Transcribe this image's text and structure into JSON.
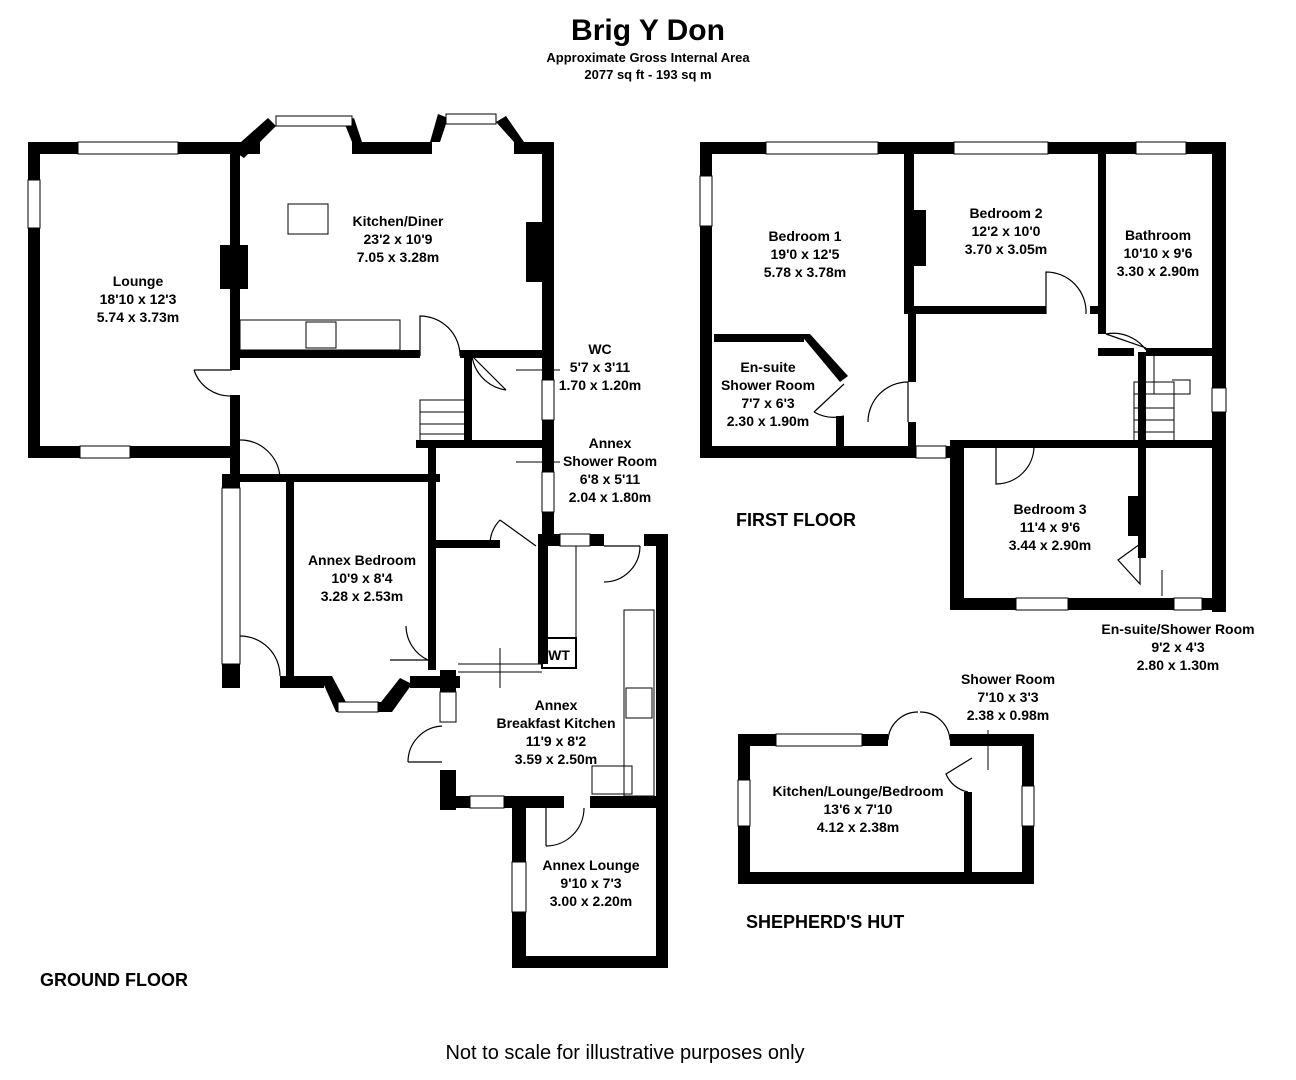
{
  "header": {
    "title": "Brig Y Don",
    "subtitle": "Approximate Gross Internal Area",
    "area": "2077 sq ft - 193 sq m"
  },
  "floors": {
    "ground": "GROUND FLOOR",
    "first": "FIRST FLOOR",
    "hut": "SHEPHERD'S HUT"
  },
  "rooms": {
    "lounge": [
      "Lounge",
      "18'10 x 12'3",
      "5.74 x 3.73m"
    ],
    "kitchen": [
      "Kitchen/Diner",
      "23'2 x 10'9",
      "7.05 x 3.28m"
    ],
    "wc": [
      "WC",
      "5'7 x 3'11",
      "1.70 x 1.20m"
    ],
    "annex_shower": [
      "Annex",
      "Shower Room",
      "6'8 x 5'11",
      "2.04 x 1.80m"
    ],
    "annex_bedroom": [
      "Annex Bedroom",
      "10'9 x 8'4",
      "3.28 x 2.53m"
    ],
    "wt": "WT",
    "annex_kitchen": [
      "Annex",
      "Breakfast Kitchen",
      "11'9 x 8'2",
      "3.59 x 2.50m"
    ],
    "annex_lounge": [
      "Annex Lounge",
      "9'10 x 7'3",
      "3.00 x 2.20m"
    ],
    "bedroom1": [
      "Bedroom 1",
      "19'0 x 12'5",
      "5.78 x 3.78m"
    ],
    "bedroom2": [
      "Bedroom 2",
      "12'2 x 10'0",
      "3.70 x 3.05m"
    ],
    "bathroom": [
      "Bathroom",
      "10'10 x 9'6",
      "3.30 x 2.90m"
    ],
    "ensuite_shower": [
      "En-suite",
      "Shower Room",
      "7'7 x 6'3",
      "2.30 x 1.90m"
    ],
    "bedroom3": [
      "Bedroom 3",
      "11'4 x 9'6",
      "3.44 x 2.90m"
    ],
    "ensuite2": [
      "En-suite/Shower Room",
      "9'2 x 4'3",
      "2.80 x 1.30m"
    ],
    "hut_shower": [
      "Shower Room",
      "7'10 x 3'3",
      "2.38 x 0.98m"
    ],
    "hut_main": [
      "Kitchen/Lounge/Bedroom",
      "13'6 x 7'10",
      "4.12 x 2.38m"
    ]
  },
  "footer": "Not to scale for illustrative purposes only"
}
